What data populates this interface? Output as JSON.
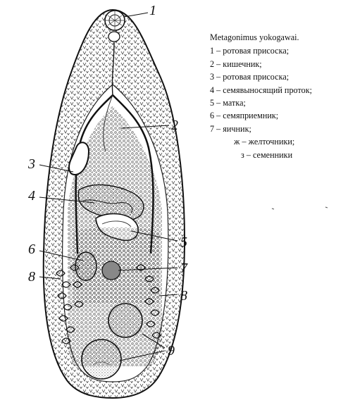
{
  "legend": {
    "title": "Metagonimus yokogawai.",
    "items": [
      "1 – ротовая присоска;",
      "2 – кишечник;",
      "3 – ротовая присоска;",
      "4 – семявыносящий проток;",
      "5 – матка;",
      "6 – семяприемник;",
      "7 – яичник;",
      "ж – желточники;",
      "з – семенники"
    ]
  },
  "callouts": {
    "n1": "1",
    "n2": "2",
    "n3": "3",
    "n4": "4",
    "n5": "5",
    "n6": "6",
    "n7": "7",
    "n8a": "8",
    "n8b": "8",
    "n9": "9"
  },
  "colors": {
    "ink": "#111111",
    "paper": "#ffffff"
  }
}
